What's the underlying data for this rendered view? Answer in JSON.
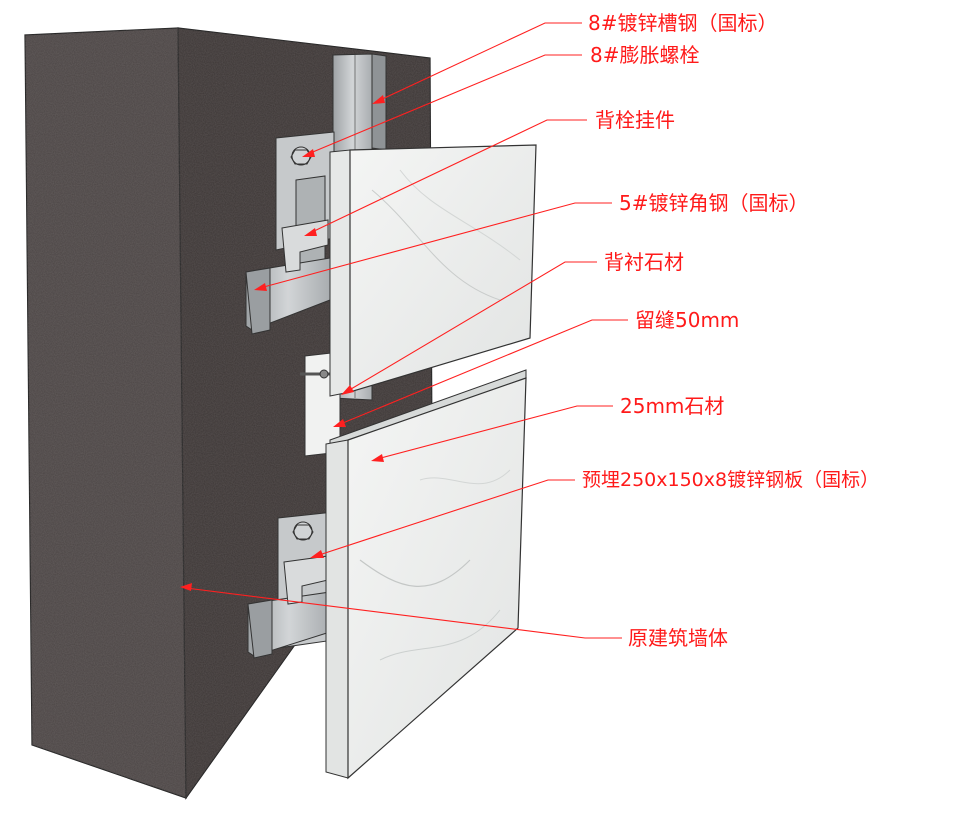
{
  "diagram": {
    "labels": [
      {
        "id": "channel_steel",
        "text": "8#镀锌槽钢（国标）"
      },
      {
        "id": "expansion_bolt",
        "text": "8#膨胀螺栓"
      },
      {
        "id": "back_bolt_hanger",
        "text": "背栓挂件"
      },
      {
        "id": "angle_steel",
        "text": "5#镀锌角钢（国标）"
      },
      {
        "id": "backing_stone",
        "text": "背衬石材"
      },
      {
        "id": "joint_gap",
        "text": "留缝50mm"
      },
      {
        "id": "stone_25mm",
        "text": "25mm石材"
      },
      {
        "id": "embedded_plate",
        "text": "预埋250x150x8镀锌钢板（国标）"
      },
      {
        "id": "original_wall",
        "text": "原建筑墙体"
      }
    ],
    "colors": {
      "annotation": "#ff2020",
      "wall_front": "#4a4443",
      "wall_side": "#3a3433",
      "stone": "#eef0ef",
      "steel": "#b8bbbd"
    }
  }
}
